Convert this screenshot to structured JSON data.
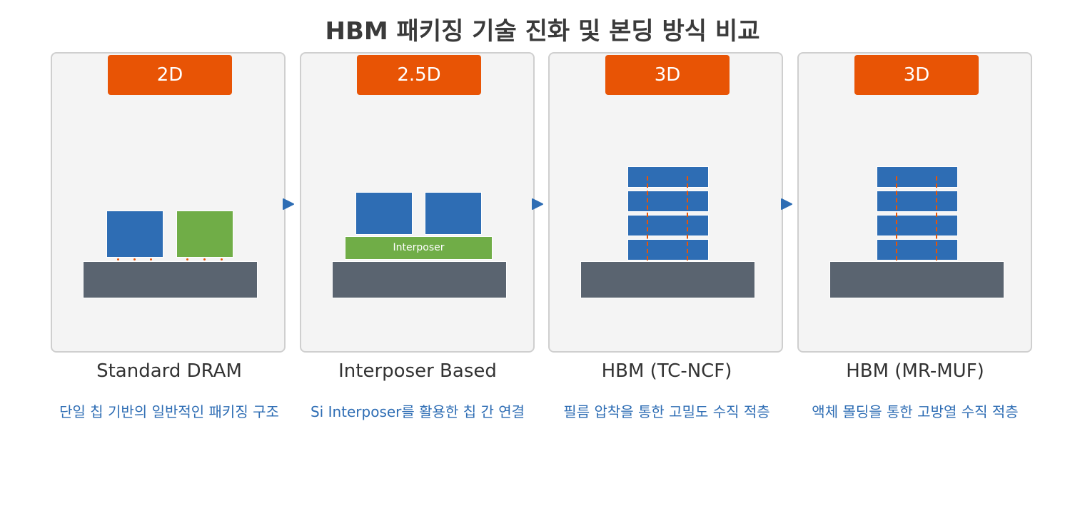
{
  "title": "HBM 패키징 기술 진화 및 본딩 방식 비교",
  "colors": {
    "badge": "#e85405",
    "chip_blue": "#2e6db4",
    "chip_green": "#70ad47",
    "substrate": "#5a6470",
    "description_text": "#2e6db4",
    "bump": "#e85405"
  },
  "arrow_icon": "arrow-right-icon",
  "panels": [
    {
      "badge": "2D",
      "name": "Standard DRAM",
      "description": "단일 칩 기반의 일반적인 패키징 구조"
    },
    {
      "badge": "2.5D",
      "name": "Interposer Based",
      "description": "Si Interposer를 활용한 칩 간 연결",
      "interposer_label": "Interposer"
    },
    {
      "badge": "3D",
      "name": "HBM (TC-NCF)",
      "description": "필름 압착을 통한 고밀도 수직 적층"
    },
    {
      "badge": "3D",
      "name": "HBM (MR-MUF)",
      "description": "액체 몰딩을 통한 고방열 수직 적층"
    }
  ]
}
